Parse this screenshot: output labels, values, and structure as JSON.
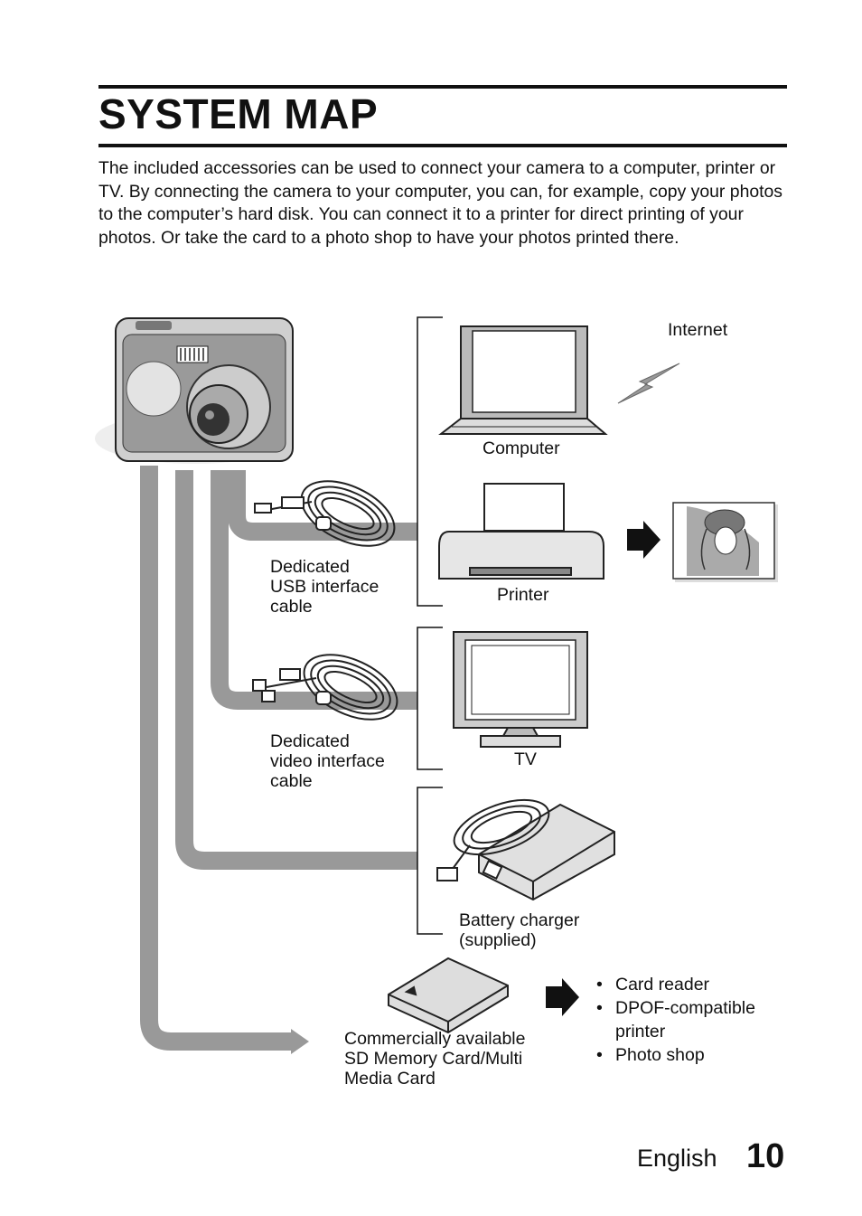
{
  "page": {
    "title": "SYSTEM MAP",
    "intro": "The included accessories can be used to connect your camera to a computer, printer or TV. By connecting the camera to your computer, you can, for example, copy your photos to the computer’s hard disk. You can connect it to a printer for direct printing of your photos. Or take the card to a photo shop to have your photos printed there."
  },
  "diagram": {
    "labels": {
      "internet": "Internet",
      "computer": "Computer",
      "printer": "Printer",
      "usb_cable": "Dedicated\nUSB interface\ncable",
      "video_cable": "Dedicated\nvideo interface\ncable",
      "tv": "TV",
      "battery_charger": "Battery charger\n(supplied)",
      "memory_card": "Commercially available\nSD Memory Card/Multi\nMedia Card"
    },
    "card_uses": [
      "Card reader",
      "DPOF-compatible\nprinter",
      "Photo shop"
    ]
  },
  "footer": {
    "language": "English",
    "page_number": "10"
  }
}
